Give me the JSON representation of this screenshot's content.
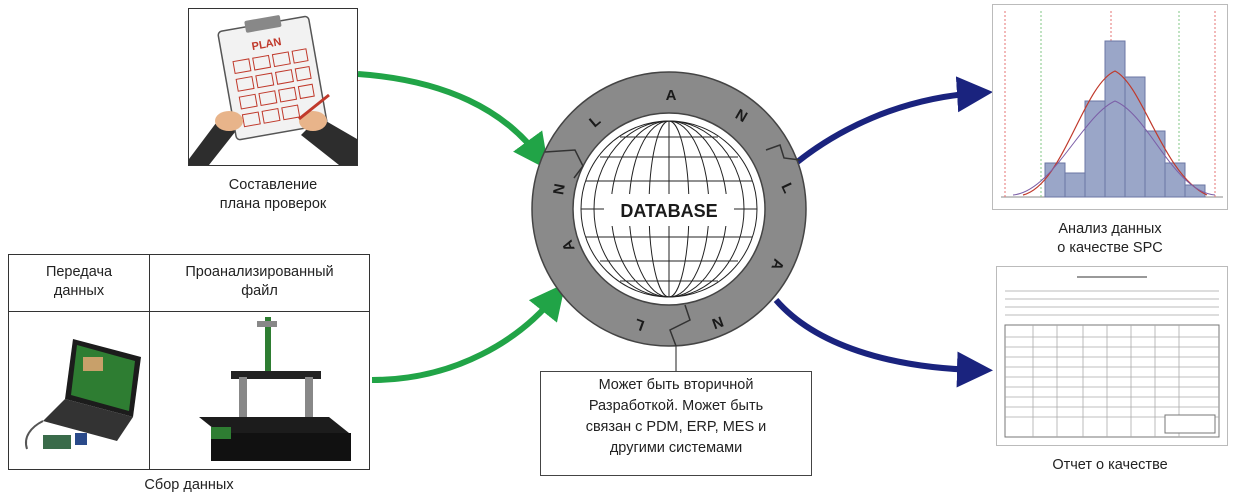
{
  "plan": {
    "caption_line1": "Составление",
    "caption_line2": "плана проверок",
    "clipboard_word": "PLAN"
  },
  "collection": {
    "cell1_line1": "Передача",
    "cell1_line2": "данных",
    "cell2_line1": "Проанализированный",
    "cell2_line2": "файл",
    "caption": "Сбор данных"
  },
  "database": {
    "label": "DATABASE",
    "ring_letters": [
      "A",
      "N",
      "L",
      "A",
      "N",
      "L",
      "A",
      "N",
      "L"
    ]
  },
  "note": {
    "line1": "Может быть вторичной",
    "line2": "Разработкой. Может быть",
    "line3": "связан с PDM, ERP, MES и",
    "line4": "другими системами"
  },
  "spc": {
    "caption_line1": "Анализ данных",
    "caption_line2": "о качестве  SPC"
  },
  "report": {
    "caption": "Отчет о качестве"
  },
  "colors": {
    "green_arrow": "#21a447",
    "blue_arrow": "#1a237e",
    "ring": "#8a8a8a",
    "histogram": "#9aa6c8"
  }
}
